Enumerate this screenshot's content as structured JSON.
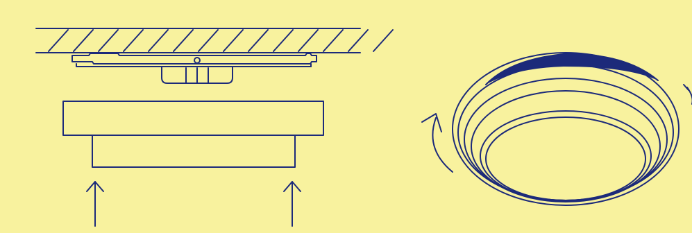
{
  "colors": {
    "background": "#F8F29E",
    "stroke": "#1C2A7A",
    "fill_white": "#F8F29E"
  },
  "panels": [
    {
      "name": "mounting-step",
      "icon": "ceiling-mount-install-icon",
      "parts": [
        "ceiling-hatching",
        "mounting-bracket",
        "bracket-hub",
        "detector-body",
        "detector-base",
        "push-up-arrow-left",
        "push-up-arrow-right"
      ]
    },
    {
      "name": "twist-lock-step",
      "icon": "smoke-detector-rotate-icon",
      "parts": [
        "detector-rings",
        "rotate-arrow-left",
        "rotate-arrow-right"
      ]
    }
  ]
}
